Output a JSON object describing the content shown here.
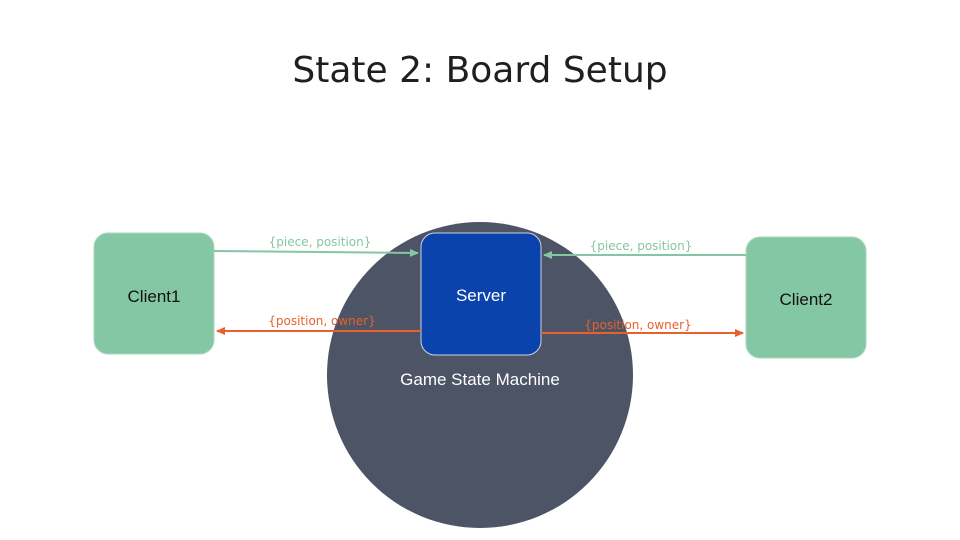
{
  "slide": {
    "title": "State 2: Board Setup"
  },
  "nodes": {
    "client1": "Client1",
    "client2": "Client2",
    "server": "Server",
    "state_machine": "Game State Machine"
  },
  "edges": {
    "client1_to_server": "{piece, position}",
    "client2_to_server": "{piece, position}",
    "server_to_client1": "{position, owner}",
    "server_to_client2": "{position, owner}"
  },
  "colors": {
    "client_fill": "#84c7a4",
    "server_fill": "#0b43ad",
    "state_machine_fill": "#4d5466",
    "request_arrow": "#84c7a4",
    "response_arrow": "#e8602c",
    "title_text": "#1f1f1f"
  }
}
